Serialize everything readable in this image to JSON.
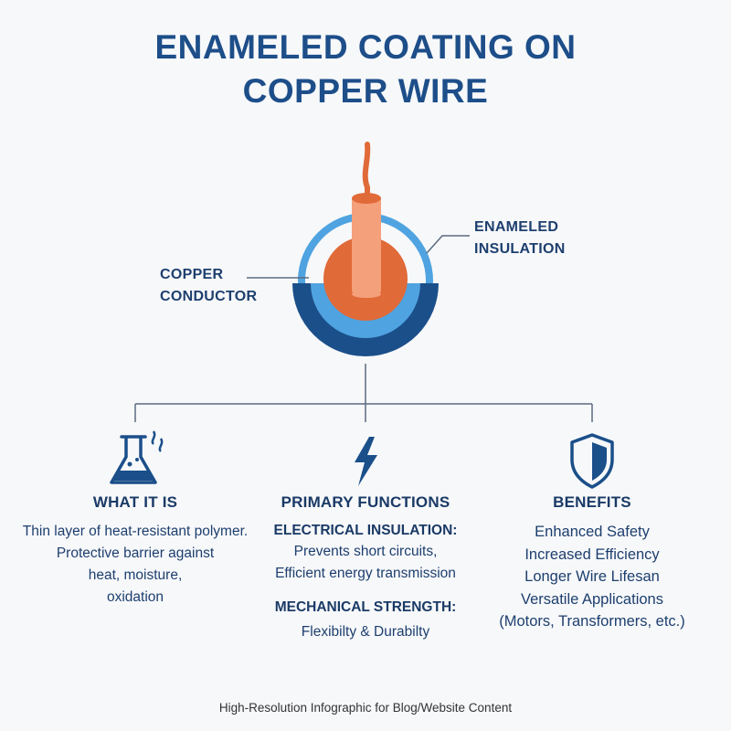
{
  "title": {
    "line1": "ENAMELED COATING ON",
    "line2": "COPPER WIRE"
  },
  "labels": {
    "conductor": {
      "line1": "COPPER",
      "line2": "CONDUCTOR"
    },
    "insulation": {
      "line1": "ENAMELED",
      "line2": "INSULATION"
    }
  },
  "columns": {
    "what_it_is": {
      "icon": "flask-icon",
      "heading": "WHAT IT IS",
      "lines": [
        "Thin layer of heat-resistant polymer.",
        "Protective barrier against",
        "heat, moisture,",
        "oxidation"
      ]
    },
    "primary_functions": {
      "icon": "lightning-bolt-icon",
      "heading": "PRIMARY FUNCTIONS",
      "sub1_heading": "ELECTRICAL INSULATION:",
      "sub1_lines": [
        "Prevents short circuits,",
        "Efficient energy transmission"
      ],
      "sub2_heading": "MECHANICAL STRENGTH:",
      "sub2_lines": [
        "Flexibilty & Durabilty"
      ]
    },
    "benefits": {
      "icon": "shield-icon",
      "heading": "BENEFITS",
      "lines": [
        "Enhanced Safety",
        "Increased Efficiency",
        "Longer Wire Lifesan",
        "Versatile Applications",
        "(Motors, Transformers, etc.)"
      ]
    }
  },
  "footer": "High-Resolution Infographic for Blog/Website Content",
  "colors": {
    "title": "#1d4e89",
    "navy": "#1b4f8a",
    "light_blue": "#4fa3e0",
    "copper": "#e06a38",
    "copper_light": "#f4a07a",
    "line": "#5a6b80"
  }
}
